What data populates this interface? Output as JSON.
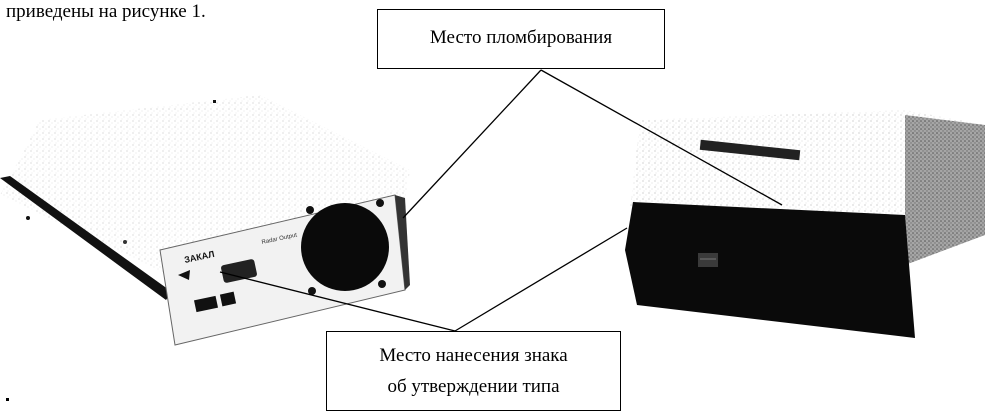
{
  "caption_fragment": "приведены на рисунке 1.",
  "labels": {
    "sealing_place": "Место пломбирования",
    "approval_mark_line1": "Место нанесения знака",
    "approval_mark_line2": "об утверждении типа"
  },
  "device_left": {
    "brand_marking": "ЗАКАЛ",
    "panel_marking": "Radar Output"
  }
}
